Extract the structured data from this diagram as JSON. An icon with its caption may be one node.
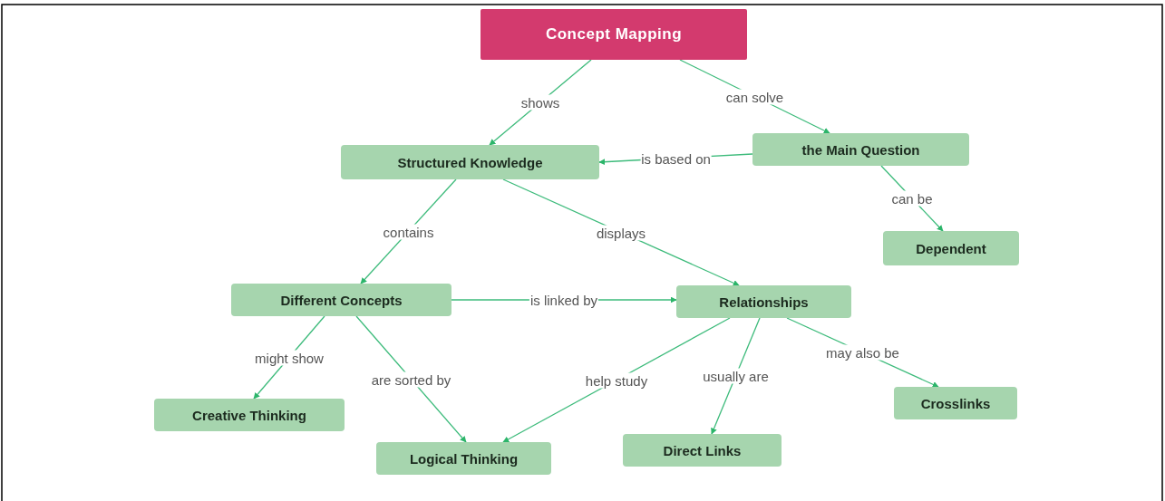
{
  "diagram": {
    "nodes": [
      {
        "text": [
          "Concept Mapping"
        ]
      },
      {
        "text": [
          "Structured Knowledge"
        ]
      },
      {
        "text": [
          "the Main Question"
        ]
      },
      {
        "text": [
          "Dependent"
        ]
      },
      {
        "text": [
          "Different Concepts"
        ]
      },
      {
        "text": [
          "Relationships"
        ]
      },
      {
        "text": [
          "Creative Thinking"
        ]
      },
      {
        "text": [
          "Logical Thinking"
        ]
      },
      {
        "text": [
          "Direct Links"
        ]
      },
      {
        "text": [
          "Crosslinks"
        ]
      }
    ],
    "edges": [
      {
        "from": 0,
        "to": 1,
        "arrow": "to",
        "label": "shows"
      },
      {
        "from": 0,
        "to": 2,
        "arrow": "to",
        "label": "can solve"
      },
      {
        "from": 2,
        "to": 1,
        "arrow": "to",
        "label": "is based on"
      },
      {
        "from": 2,
        "to": 3,
        "arrow": "to",
        "label": "can be"
      },
      {
        "from": 1,
        "to": 4,
        "arrow": "to",
        "label": "contains"
      },
      {
        "from": 1,
        "to": 5,
        "arrow": "to",
        "label": "displays"
      },
      {
        "from": 4,
        "to": 5,
        "arrow": "to",
        "label": "is linked by"
      },
      {
        "from": 4,
        "to": 6,
        "arrow": "to",
        "label": "might show"
      },
      {
        "from": 4,
        "to": 7,
        "arrow": "to",
        "label": "are sorted by"
      },
      {
        "from": 5,
        "to": 7,
        "arrow": "to",
        "label": "help study"
      },
      {
        "from": 5,
        "to": 8,
        "arrow": "to",
        "label": "usually are"
      },
      {
        "from": 5,
        "to": 9,
        "arrow": "to",
        "label": "may also be"
      }
    ]
  }
}
